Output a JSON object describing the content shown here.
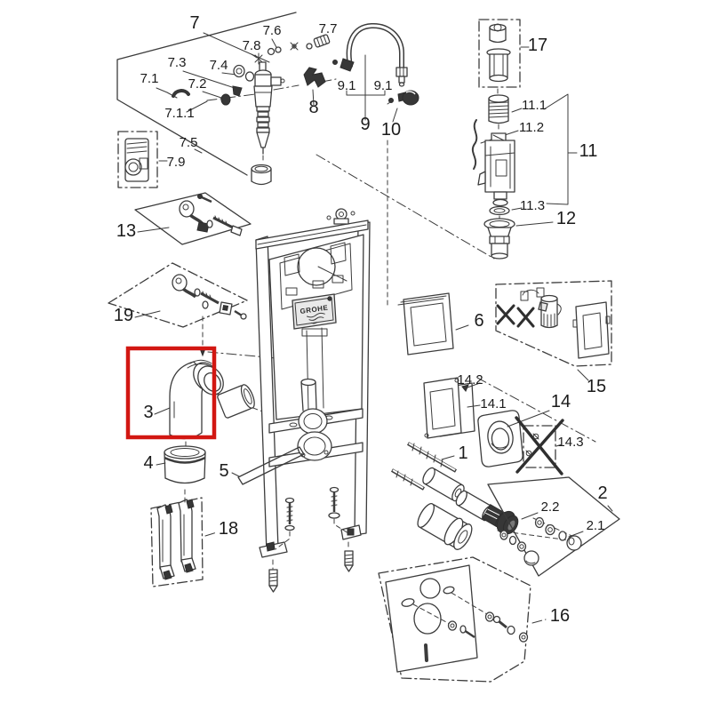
{
  "figure": {
    "kind": "exploded-parts-diagram",
    "background": "#ffffff",
    "line_color": "#3c3c3c"
  },
  "brand_logo": "GROHE",
  "highlight": {
    "highlighted_part": "3",
    "color": "#d21712",
    "shape": "rectangle"
  },
  "labels": [
    {
      "id": "7",
      "text": "7"
    },
    {
      "id": "7.6",
      "text": "7.6"
    },
    {
      "id": "7.7",
      "text": "7.7"
    },
    {
      "id": "7.8",
      "text": "7.8"
    },
    {
      "id": "7.3",
      "text": "7.3"
    },
    {
      "id": "7.4",
      "text": "7.4"
    },
    {
      "id": "7.1",
      "text": "7.1"
    },
    {
      "id": "7.2",
      "text": "7.2"
    },
    {
      "id": "7.1.1",
      "text": "7.1.1"
    },
    {
      "id": "7.5",
      "text": "7.5"
    },
    {
      "id": "7.9",
      "text": "7.9"
    },
    {
      "id": "8",
      "text": "8"
    },
    {
      "id": "9.1a",
      "text": "9.1"
    },
    {
      "id": "9.1b",
      "text": "9.1"
    },
    {
      "id": "9",
      "text": "9"
    },
    {
      "id": "10",
      "text": "10"
    },
    {
      "id": "17",
      "text": "17"
    },
    {
      "id": "11.1",
      "text": "11.1"
    },
    {
      "id": "11.2",
      "text": "11.2"
    },
    {
      "id": "11",
      "text": "11"
    },
    {
      "id": "11.3",
      "text": "11.3"
    },
    {
      "id": "12",
      "text": "12"
    },
    {
      "id": "13",
      "text": "13"
    },
    {
      "id": "19",
      "text": "19"
    },
    {
      "id": "6",
      "text": "6"
    },
    {
      "id": "15",
      "text": "15"
    },
    {
      "id": "14.2",
      "text": "14.2"
    },
    {
      "id": "14.1",
      "text": "14.1"
    },
    {
      "id": "14",
      "text": "14"
    },
    {
      "id": "14.3",
      "text": "14.3"
    },
    {
      "id": "3",
      "text": "3"
    },
    {
      "id": "4",
      "text": "4"
    },
    {
      "id": "5",
      "text": "5"
    },
    {
      "id": "1",
      "text": "1"
    },
    {
      "id": "2",
      "text": "2"
    },
    {
      "id": "2.2",
      "text": "2.2"
    },
    {
      "id": "2.1",
      "text": "2.1"
    },
    {
      "id": "18",
      "text": "18"
    },
    {
      "id": "16",
      "text": "16"
    }
  ]
}
